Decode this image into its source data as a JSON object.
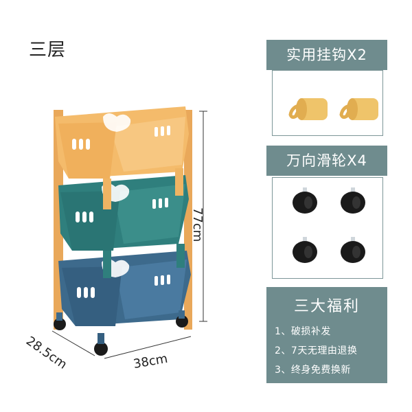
{
  "title": "三层",
  "hooks": {
    "label": "实用挂钩X2"
  },
  "wheels": {
    "label": "万向滑轮X4"
  },
  "benefits": {
    "heading": "三大福利",
    "items": [
      "1、破损补发",
      "2、7天无理由退换",
      "3、终身免费换新"
    ]
  },
  "dimensions": {
    "height": "77cm",
    "width": "38cm",
    "depth": "28.5cm"
  },
  "colors": {
    "panel": "#6f8c8e",
    "tier_top": "#f4bb6b",
    "tier_middle": "#2f7f7d",
    "tier_bottom": "#3d6a8c",
    "hook": "#efc46a"
  }
}
